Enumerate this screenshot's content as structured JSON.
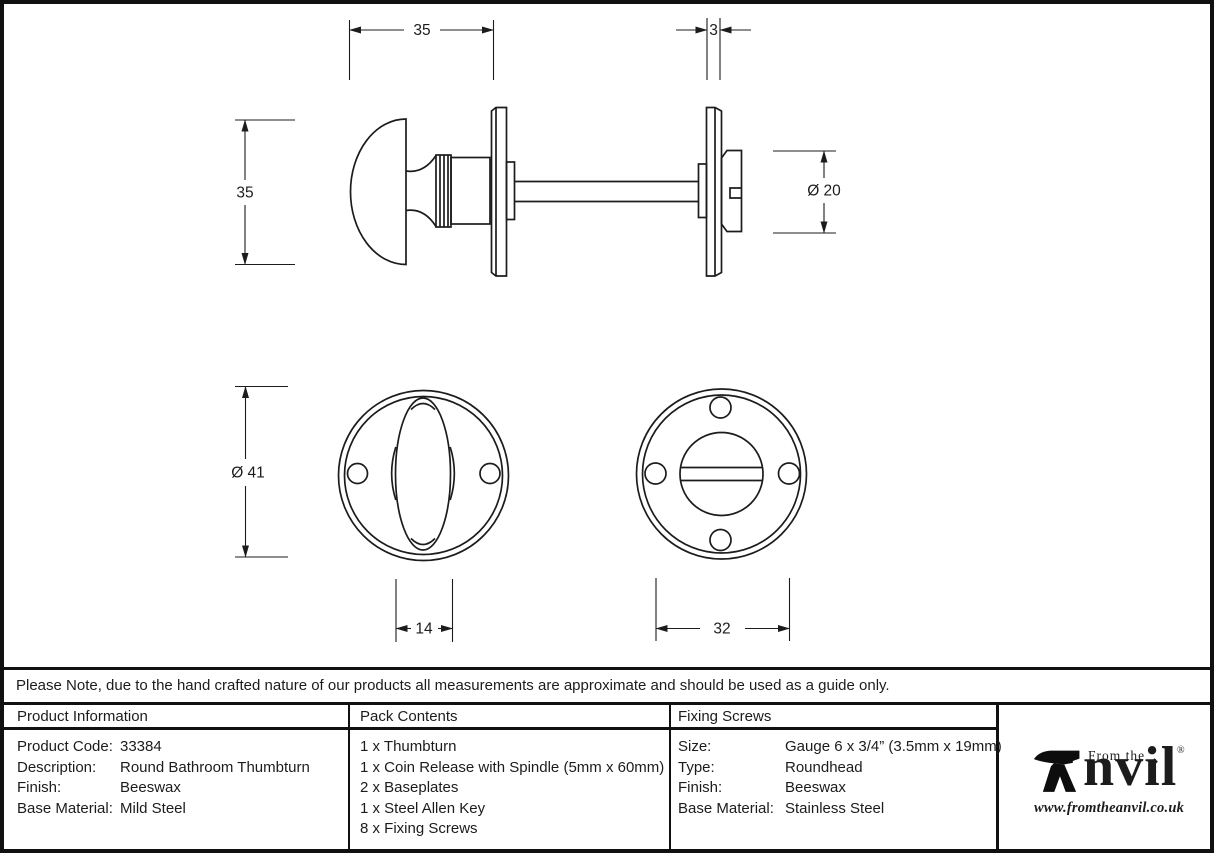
{
  "colors": {
    "line": "#1c1c1c",
    "frame": "#101010",
    "background": "#ffffff"
  },
  "note": {
    "text": "Please Note, due to the hand crafted nature of our products all measurements are approximate and should be used as a guide only."
  },
  "table": {
    "product_information": {
      "header": "Product Information",
      "rows": [
        {
          "label": "Product Code:",
          "value": "33384"
        },
        {
          "label": "Description:",
          "value": "Round Bathroom Thumbturn"
        },
        {
          "label": "Finish:",
          "value": "Beeswax"
        },
        {
          "label": "Base Material:",
          "value": "Mild Steel"
        }
      ]
    },
    "pack_contents": {
      "header": "Pack Contents",
      "items": [
        "1 x Thumbturn",
        "1 x Coin Release with Spindle (5mm x 60mm)",
        "2 x Baseplates",
        "1 x Steel Allen Key",
        "8 x Fixing Screws"
      ]
    },
    "fixing_screws": {
      "header": "Fixing Screws",
      "rows": [
        {
          "label": "Size:",
          "value": "Gauge 6 x 3/4” (3.5mm x 19mm)"
        },
        {
          "label": "Type:",
          "value": "Roundhead"
        },
        {
          "label": "Finish:",
          "value": "Beeswax"
        },
        {
          "label": "Base Material:",
          "value": "Stainless Steel"
        }
      ]
    }
  },
  "logo": {
    "from_the": "From the",
    "name_suffix": "nvil",
    "i_dot": "◆",
    "registered": "®",
    "url": "www.fromtheanvil.co.uk"
  },
  "drawing": {
    "dimensions": {
      "knob_depth": "35",
      "plate_thickness": "3",
      "knob_height": "35",
      "release_diameter": "Ø 20",
      "rose_diameter": "Ø 41",
      "turn_width": "14",
      "fixing_centres": "32"
    }
  }
}
